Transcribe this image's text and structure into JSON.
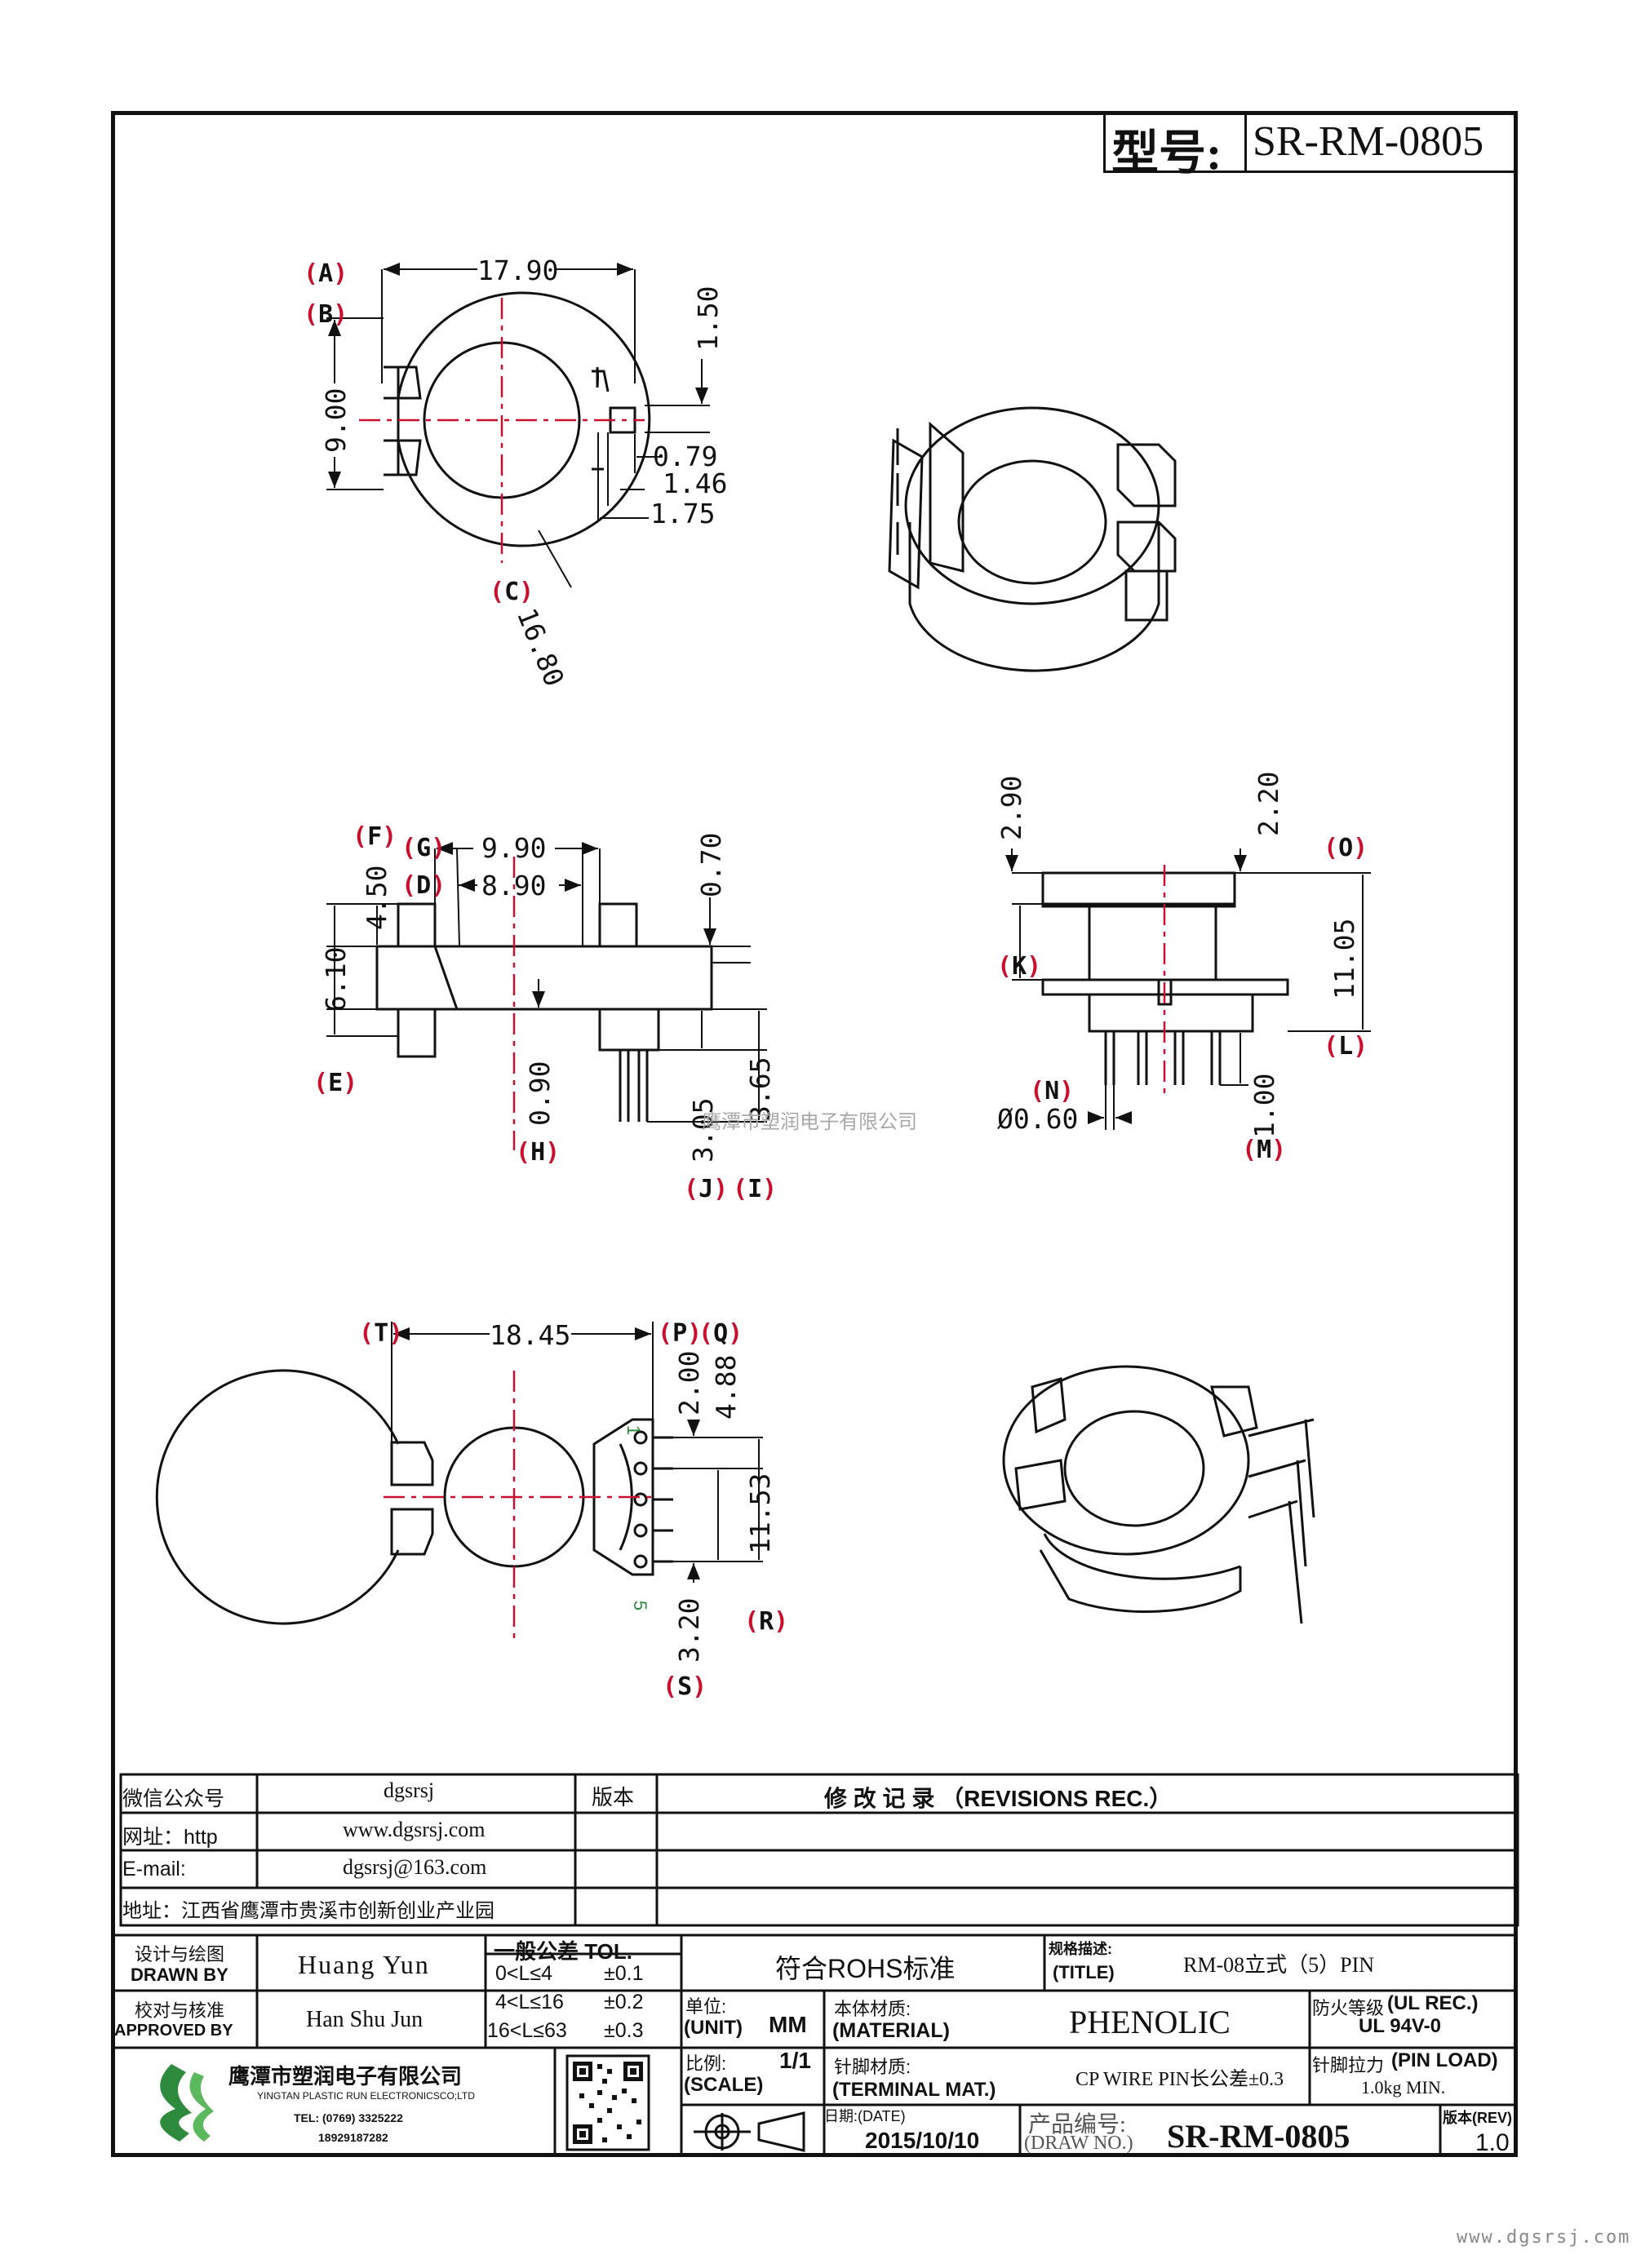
{
  "model": {
    "label": "型号:",
    "value": "SR-RM-0805"
  },
  "top_view": {
    "dims": {
      "a": "17.90",
      "b": "9.00",
      "c": "16.80",
      "d1": "1.50",
      "d2": "0.79",
      "d3": "1.46",
      "d4": "1.75"
    },
    "labels": {
      "A": "A",
      "B": "B",
      "C": "C"
    }
  },
  "side_view": {
    "dims": {
      "g": "9.90",
      "d": "8.90",
      "f": "4.50",
      "e": "6.10",
      "p070": "0.70",
      "h": "0.90",
      "j": "3.05",
      "i": "3.65"
    },
    "labels": {
      "F": "F",
      "G": "G",
      "D": "D",
      "E": "E",
      "H": "H",
      "J": "J",
      "I": "I"
    }
  },
  "front_view": {
    "dims": {
      "k1": "2.90",
      "k2": "2.20",
      "o": "11.05",
      "m": "1.00",
      "n": "Ø0.60"
    },
    "labels": {
      "O": "O",
      "K": "K",
      "L": "L",
      "N": "N",
      "M": "M"
    }
  },
  "bottom_view": {
    "dims": {
      "t": "18.45",
      "p": "2.00",
      "q": "4.88",
      "r": "11.53",
      "s": "3.20"
    },
    "labels": {
      "T": "T",
      "P": "P",
      "Q": "Q",
      "R": "R",
      "S": "S"
    },
    "pins": {
      "first": "1",
      "last": "5"
    }
  },
  "watermark": "鹰潭市塑润电子有限公司",
  "contact": {
    "wechat_label": "微信公众号",
    "wechat_value": "dgsrsj",
    "web_label": "网址：http",
    "web_value": "www.dgsrsj.com",
    "email_label": "E-mail:",
    "email_value": "dgsrsj@163.com",
    "address": "地址：江西省鹰潭市贵溪市创新创业产业园",
    "version_label": "版本",
    "revisions_label": "修 改 记 录 （REVISIONS REC.）"
  },
  "title_block": {
    "drawn_by_label_cn": "设计与绘图",
    "drawn_by_label_en": "DRAWN BY",
    "drawn_by": "Huang Yun",
    "approved_label_cn": "校对与核准",
    "approved_label_en": "APPROVED BY",
    "approved_by": "Han Shu Jun",
    "tol_label": "一般公差 TOL.",
    "tol_rows": [
      {
        "range": "0<L≤4",
        "value": "±0.1"
      },
      {
        "range": "4<L≤16",
        "value": "±0.2"
      },
      {
        "range": "16<L≤63",
        "value": "±0.3"
      }
    ],
    "rohs": "符合ROHS标准",
    "title_label_cn": "规格描述:",
    "title_label_en": "(TITLE)",
    "title_value": "RM-08立式（5）PIN",
    "unit_label_cn": "单位:",
    "unit_label_en": "(UNIT)",
    "unit_value": "MM",
    "material_label_cn": "本体材质:",
    "material_label_en": "(MATERIAL)",
    "material_value": "PHENOLIC",
    "ul_label_cn": "防火等级",
    "ul_label_en": "(UL REC.)",
    "ul_value": "UL 94V-0",
    "scale_label_cn": "比例:",
    "scale_label_en": "(SCALE)",
    "scale_value": "1/1",
    "terminal_label_cn": "针脚材质:",
    "terminal_label_en": "(TERMINAL MAT.)",
    "terminal_value": "CP WIRE  PIN长公差±0.3",
    "pinload_label_cn": "针脚拉力",
    "pinload_label_en": "(PIN LOAD)",
    "pinload_value": "1.0kg MIN.",
    "date_label": "日期:(DATE)",
    "date_value": "2015/10/10",
    "drawno_label_cn": "产品编号:",
    "drawno_label_en": "(DRAW NO.)",
    "drawno_value": "SR-RM-0805",
    "rev_label": "版本(REV)",
    "rev_value": "1.0",
    "company_cn": "鹰潭市塑润电子有限公司",
    "company_en": "YINGTAN PLASTIC RUN ELECTRONICSCO;LTD",
    "company_tel": "TEL: (0769) 3325222",
    "company_mobile": "18929187282"
  },
  "footer_url": "www.dgsrsj.com"
}
